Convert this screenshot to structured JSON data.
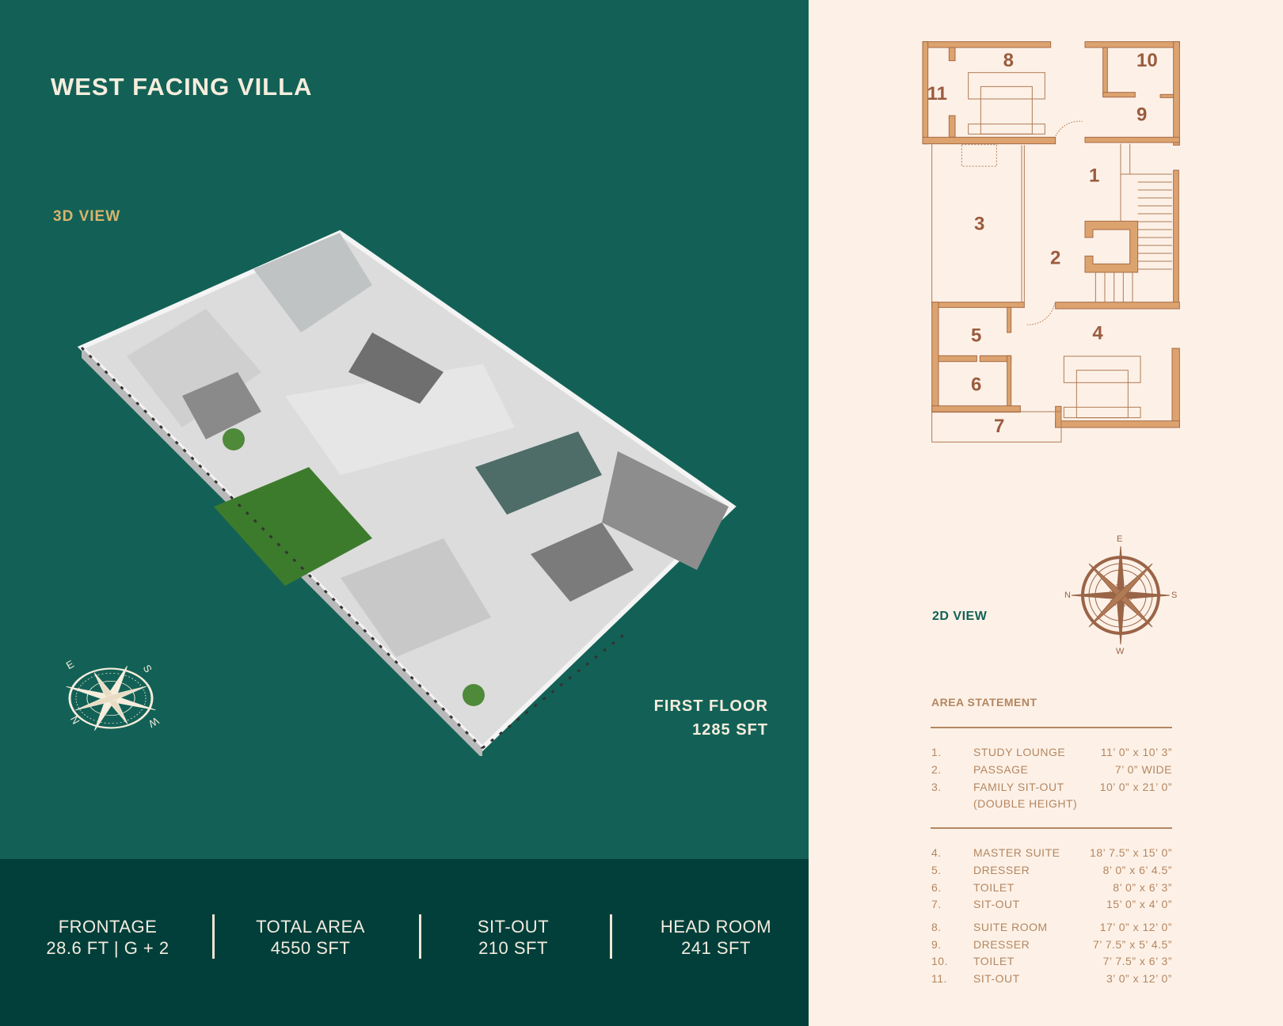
{
  "title": "WEST FACING VILLA",
  "view_3d_label": "3D VIEW",
  "view_2d_label": "2D VIEW",
  "floor": {
    "name": "FIRST FLOOR",
    "area": "1285 SFT"
  },
  "compass_3d": {
    "e": "E",
    "s": "S",
    "w": "W",
    "n": "N"
  },
  "compass_2d": {
    "e": "E",
    "s": "S",
    "w": "W",
    "n": "N"
  },
  "stats": [
    {
      "label": "FRONTAGE",
      "value": "28.6 FT | G + 2"
    },
    {
      "label": "TOTAL AREA",
      "value": "4550 SFT"
    },
    {
      "label": "SIT-OUT",
      "value": "210 SFT"
    },
    {
      "label": "HEAD ROOM",
      "value": "241 SFT"
    }
  ],
  "plan_numbers": [
    "1",
    "2",
    "3",
    "4",
    "5",
    "6",
    "7",
    "8",
    "9",
    "10",
    "11"
  ],
  "area_statement": {
    "heading": "AREA STATEMENT",
    "rows": [
      {
        "n": "1.",
        "name": "STUDY LOUNGE",
        "dim": "11’ 0” x 10’ 3”"
      },
      {
        "n": "2.",
        "name": "PASSAGE",
        "dim": "7’ 0” WIDE"
      },
      {
        "n": "3.",
        "name": "FAMILY SIT-OUT",
        "dim": "10’ 0” x 21’ 0”"
      },
      {
        "n": "",
        "name": "(DOUBLE HEIGHT)",
        "dim": ""
      },
      {
        "n": "4.",
        "name": "MASTER SUITE",
        "dim": "18’ 7.5” x 15’ 0”"
      },
      {
        "n": "5.",
        "name": "DRESSER",
        "dim": "8’ 0” x 6’ 4.5”"
      },
      {
        "n": "6.",
        "name": "TOILET",
        "dim": "8’ 0” x 6’ 3”"
      },
      {
        "n": "7.",
        "name": "SIT-OUT",
        "dim": "15’ 0” x 4’ 0”"
      },
      {
        "n": "8.",
        "name": "SUITE ROOM",
        "dim": "17’ 0” x 12’ 0”"
      },
      {
        "n": "9.",
        "name": "DRESSER",
        "dim": "7’ 7.5” x 5’ 4.5”"
      },
      {
        "n": "10.",
        "name": "TOILET",
        "dim": "7’ 7.5” x 6’ 3”"
      },
      {
        "n": "11.",
        "name": "SIT-OUT",
        "dim": "3’ 0” x 12’ 0”"
      }
    ]
  },
  "colors": {
    "green": "#136156",
    "dark_green": "#023f3a",
    "cream": "#fdf1e7",
    "tan": "#b48660",
    "gold": "#d8b46e",
    "wall": "#dca36f"
  }
}
